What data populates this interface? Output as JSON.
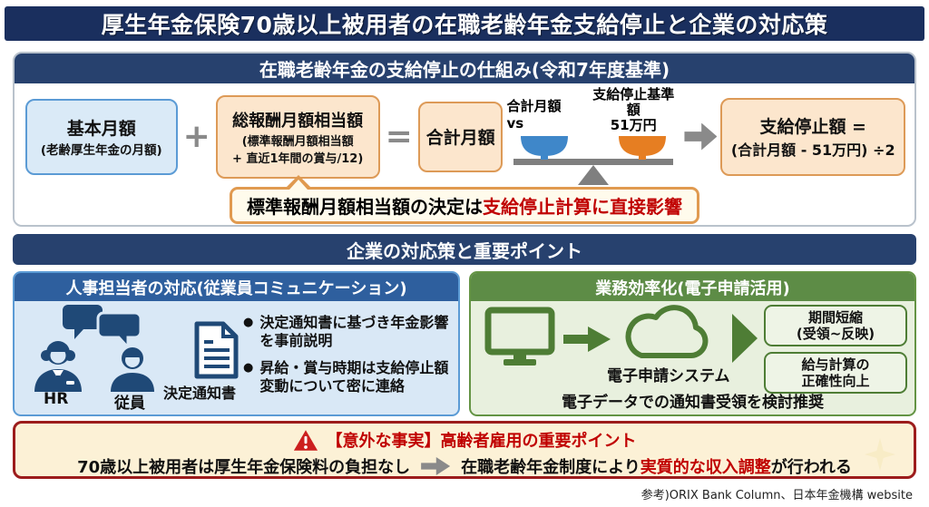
{
  "page": {
    "title": "厚生年金保険70歳以上被用者の在職老齢年金支給停止と企業の対応策",
    "footer": "参考)ORIX Bank Column、日本年金機構 website"
  },
  "colors": {
    "navy_title": "#1a2f5e",
    "navy_header": "#27416e",
    "blue_border": "#5b9bd5",
    "orange_border": "#dd9a57",
    "green": "#4e7d35",
    "alert_border": "#9c1c1c",
    "red_text": "#c00000",
    "bowl_blue": "#3f87c9",
    "bowl_orange": "#e67e22"
  },
  "mechanism": {
    "header": "在職老齢年金の支給停止の仕組み(令和7年度基準)",
    "basic_box": {
      "title": "基本月額",
      "subtitle": "(老齢厚生年金の月額)"
    },
    "plus": "+",
    "equals": "=",
    "gross_box": {
      "title": "総報酬月額相当額",
      "sub1": "(標準報酬月額相当額",
      "sub2": "+ 直近1年間の賞与/12)"
    },
    "total_box": {
      "title": "合計月額"
    },
    "scale": {
      "left_label": "合計月額 vs",
      "right_label1": "支給停止基準額",
      "right_label2": "51万円"
    },
    "result_box": {
      "line1": "支給停止額 =",
      "line2": "(合計月額 - 51万円) ÷2"
    },
    "note": {
      "black": "標準報酬月額相当額の決定は",
      "red": "支給停止計算に直接影響"
    }
  },
  "measures": {
    "header": "企業の対応策と重要ポイント",
    "hr_panel": {
      "header": "人事担当者の対応(従業員コミュニケーション)",
      "labels": {
        "hr": "HR",
        "employee": "従員",
        "document": "決定通知書"
      },
      "bullets": [
        "決定通知書に基づき年金影響を事前説明",
        "昇給・賞与時期は支給停止額変動について密に連絡"
      ]
    },
    "efficiency_panel": {
      "header": "業務効率化(電子申請活用)",
      "system_label": "電子申請システム",
      "benefits": [
        {
          "line1": "期間短縮",
          "line2": "(受領~反映)"
        },
        {
          "line1": "給与計算の",
          "line2": "正確性向上"
        }
      ],
      "bottom_note": "電子データでの通知書受領を検討推奨"
    }
  },
  "alert": {
    "heading": "【意外な事実】高齢者雇用の重要ポイント",
    "fact": "70歳以上被用者は厚生年金保険料の負担なし",
    "cons_pre": "在職老齢年金制度により",
    "cons_red": "実質的な収入調整",
    "cons_post": "が行われる"
  }
}
